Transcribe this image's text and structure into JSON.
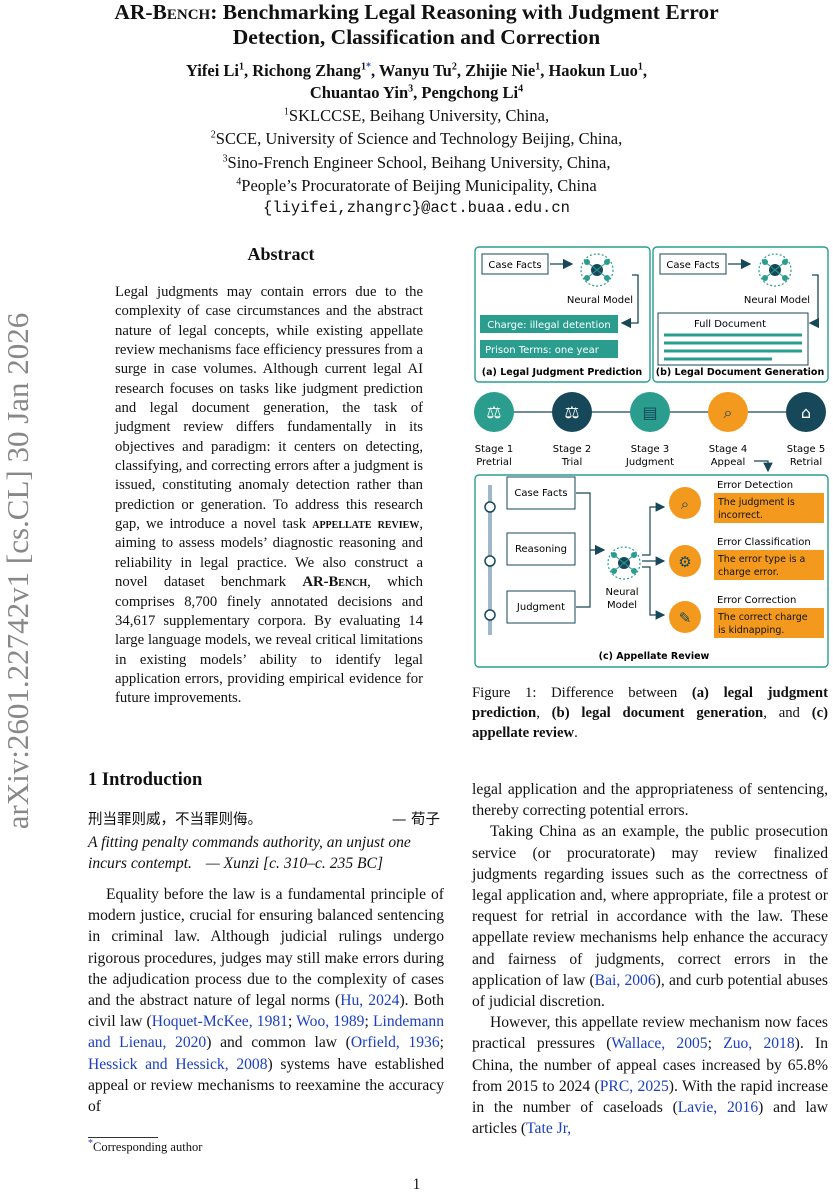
{
  "paper": {
    "title_prefix": "AR-Bench",
    "title_rest": ": Benchmarking Legal Reasoning with Judgment Error",
    "title_line2": "Detection, Classification and Correction",
    "authors": [
      {
        "name": "Yifei Li",
        "sup": "1",
        "sep": ", "
      },
      {
        "name": "Richong Zhang",
        "sup": "1",
        "star": "*",
        "sep": ", "
      },
      {
        "name": "Wanyu Tu",
        "sup": "2",
        "sep": ", "
      },
      {
        "name": "Zhijie Nie",
        "sup": "1",
        "sep": ", "
      },
      {
        "name": "Haokun Luo",
        "sup": "1",
        "sep": ","
      },
      {
        "name": "Chuantao Yin",
        "sup": "3",
        "sep": ", "
      },
      {
        "name": "Pengchong Li",
        "sup": "4",
        "sep": ""
      }
    ],
    "affiliations": [
      {
        "sup": "1",
        "text": "SKLCCSE, Beihang University, China,"
      },
      {
        "sup": "2",
        "text": "SCCE, University of Science and Technology Beijing, China,"
      },
      {
        "sup": "3",
        "text": "Sino-French Engineer School, Beihang University, China,"
      },
      {
        "sup": "4",
        "text": "People’s Procuratorate of Beijing Municipality, China"
      }
    ],
    "email": "{liyifei,zhangrc}@act.buaa.edu.cn",
    "arxiv_stamp": "arXiv:2601.22742v1  [cs.CL]  30 Jan 2026",
    "abstract_heading": "Abstract",
    "abstract_1": "Legal judgments may contain errors due to the complexity of case circumstances and the abstract nature of legal concepts, while existing appellate review mechanisms face efficiency pressures from a surge in case volumes. Although current legal AI research focuses on tasks like judgment prediction and legal document generation, the task of judgment review differs fundamentally in its objectives and paradigm: it centers on detecting, classifying, and correcting errors after a judgment is issued, constituting anomaly detection rather than prediction or generation. To address this research gap, we introduce a novel task ",
    "abstract_task": "appellate review",
    "abstract_2": ", aiming to assess models’ diagnostic reasoning and reliability in legal practice. We also construct a novel dataset benchmark ",
    "abstract_bench": "AR-Bench",
    "abstract_3": ", which comprises 8,700 finely annotated decisions and 34,617 supplementary corpora. By evaluating 14 large language models, we reveal critical limitations in existing models’ ability to identify legal application errors, providing empirical evidence for future improvements.",
    "intro_heading": "1   Introduction",
    "quote_cn": "刑当罪则威，不当罪则侮。",
    "quote_cn_attr": "— 荀子",
    "quote_en": "A fitting penalty commands authority, an unjust one incurs contempt.",
    "quote_en_attr": "— Xunzi [c. 310–c. 235 BC]",
    "col1_para": {
      "t1": "Equality before the law is a fundamental principle of modern justice, crucial for ensuring balanced sentencing in criminal law. Although judicial rulings undergo rigorous procedures, judges may still make errors during the adjudication process due to the complexity of cases and the abstract nature of legal norms (",
      "c1": "Hu, 2024",
      "t2": "). Both civil law (",
      "c2": "Hoquet-McKee, 1981",
      "t3": "; ",
      "c3": "Woo, 1989",
      "t4": "; ",
      "c4": "Lindemann and Lienau, 2020",
      "t5": ") and common law (",
      "c5": "Orfield, 1936",
      "t6": "; ",
      "c6": "Hessick and Hessick, 2008",
      "t7": ") systems have established appeal or review mechanisms to reexamine the accuracy of"
    },
    "col2_cont": "legal application and the appropriateness of sentencing, thereby correcting potential errors.",
    "col2_para2": {
      "t1": "Taking China as an example, the public prosecution service (or procuratorate) may review finalized judgments regarding issues such as the correctness of legal application and, where appropriate, file a protest or request for retrial in accordance with the law. These appellate review mechanisms help enhance the accuracy and fairness of judgments, correct errors in the application of law (",
      "c1": "Bai, 2006",
      "t2": "), and curb potential abuses of judicial discretion."
    },
    "col2_para3": {
      "t1": "However, this appellate review mechanism now faces practical pressures (",
      "c1": "Wallace, 2005",
      "t2": "; ",
      "c2": "Zuo, 2018",
      "t3": "). In China, the number of appeal cases increased by 65.8% from 2015 to 2024 (",
      "c3": "PRC, 2025",
      "t4": "). With the rapid increase in the number of caseloads (",
      "c4": "Lavie, 2016",
      "t5": ") and law articles (",
      "c5": "Tate Jr,",
      "t6": ""
    },
    "footnote": "Corresponding author",
    "footnote_mark": "*",
    "page_number": "1",
    "caption": {
      "t1": "Figure 1: Difference between ",
      "b1": "(a) legal judgment prediction",
      "t2": ", ",
      "b2": "(b) legal document generation",
      "t3": ", and ",
      "b3": "(c) appellate review",
      "t4": "."
    }
  },
  "figure": {
    "panel_a": {
      "input": "Case Facts",
      "model": "Neural Model",
      "out1": "Charge: illegal detention",
      "out2": "Prison Terms: one year",
      "label": "(a) Legal Judgment Prediction"
    },
    "panel_b": {
      "input": "Case Facts",
      "model": "Neural Model",
      "out1": "Full Document",
      "label": "(b) Legal Document Generation"
    },
    "stages": [
      {
        "name": "Stage 1",
        "sub": "Pretrial",
        "icon": "justice-hand-icon"
      },
      {
        "name": "Stage 2",
        "sub": "Trial",
        "icon": "scales-icon"
      },
      {
        "name": "Stage 3",
        "sub": "Judgment",
        "icon": "law-book-icon"
      },
      {
        "name": "Stage 4",
        "sub": "Appeal",
        "icon": "magnifier-gavel-icon"
      },
      {
        "name": "Stage 5",
        "sub": "Retrial",
        "icon": "courthouse-icon"
      }
    ],
    "panel_c": {
      "inputs": [
        "Case Facts",
        "Reasoning",
        "Judgment"
      ],
      "model": "Neural Model",
      "outputs": [
        {
          "title": "Error Detection",
          "text": "The judgment is incorrect."
        },
        {
          "title": "Error Classification",
          "text": "The error type is a charge error."
        },
        {
          "title": "Error Correction",
          "text": "The correct charge is kidnapping."
        }
      ],
      "label": "(c) Appellate Review"
    },
    "colors": {
      "teal": "#2a9d8f",
      "dark": "#17485a",
      "orange": "#f39a1e",
      "frame": "#2a9d8f"
    }
  }
}
